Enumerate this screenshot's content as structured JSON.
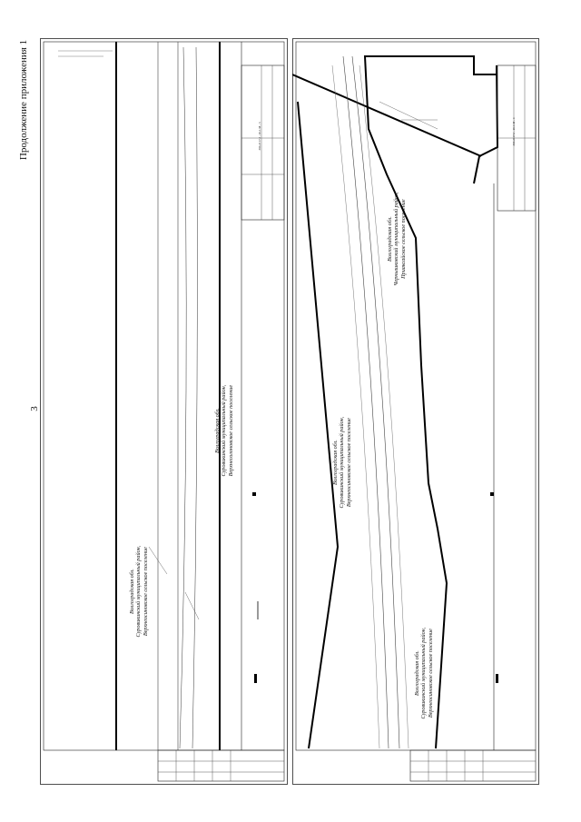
{
  "page": {
    "header": "Продолжение приложения 1",
    "number": "3"
  },
  "left_sheet": {
    "areas": [
      {
        "line1": "Волгоградская обл.",
        "line2": "Суровикинский муниципальный район,",
        "line3": "Верхнеосиновское сельское поселение"
      },
      {
        "line1": "Волгоградская обл.",
        "line2": "Суровикинский муниципальный район,",
        "line3": "Верхнесолоновское сельское поселение"
      }
    ],
    "stamp_code": "300-2117.2 - 20-1.М - 3"
  },
  "right_sheet": {
    "areas": [
      {
        "line1": "Волгоградская обл.",
        "line2": "Чернышковский муниципальный район,",
        "line3": "Приаксайское сельское поселение"
      },
      {
        "line1": "Волгоградская обл.",
        "line2": "Суровикинский муниципальный район,",
        "line3": "Верхнеосиновское сельское поселение"
      },
      {
        "line1": "Волгоградская обл.",
        "line2": "Суровикинский муниципальный район,",
        "line3": "Верхнеосиновское сельское поселение"
      }
    ],
    "stamp_code": "300-2117.2 - 20-1.М - 4"
  }
}
